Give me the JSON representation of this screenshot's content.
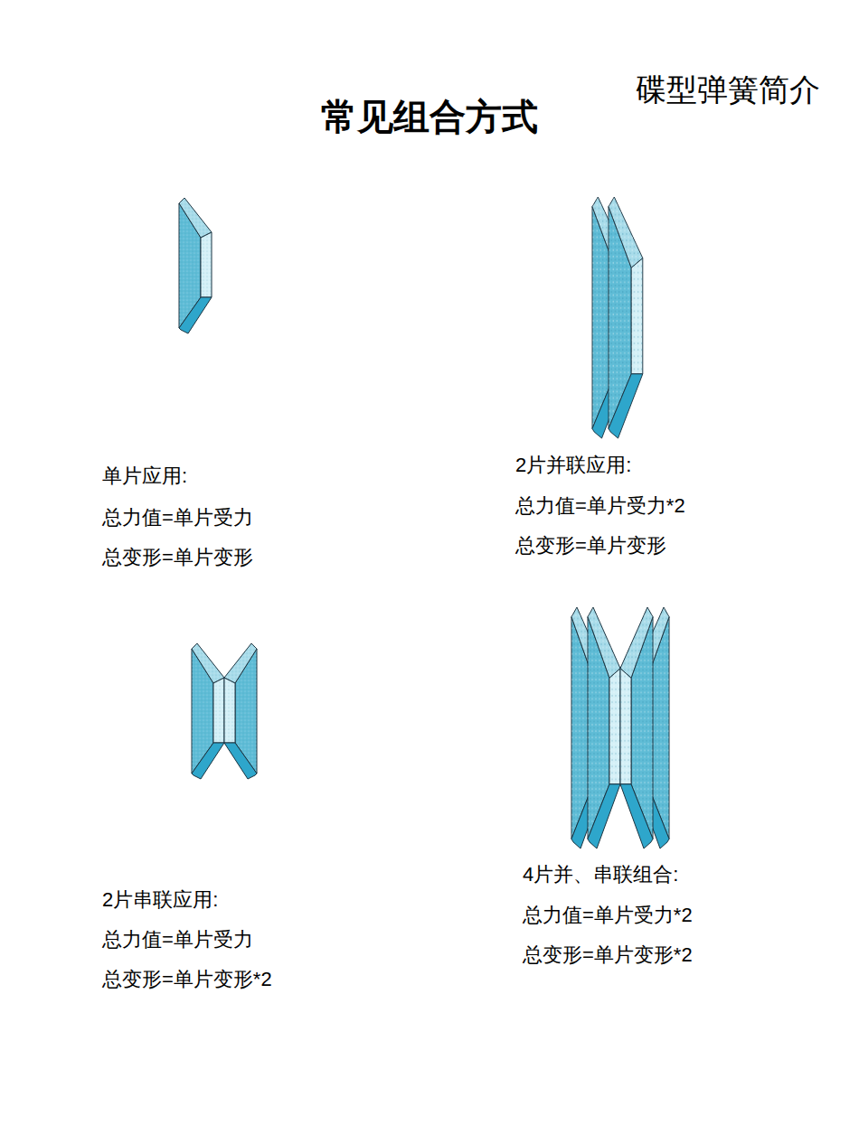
{
  "diagram": {
    "title": "常见组合方式",
    "labels": [
      "碟型弹簧简介",
      "单片应用:",
      "总力值=单片受力",
      "总变形=单片变形",
      "2片并联应用:",
      "总力值=单片受力*2",
      "总变形=单片变形",
      "2片串联应用:",
      "总力值=单片受力",
      "总变形=单片变形*2",
      "4片并、串联组合:",
      "总力值=单片受力*2",
      "总变形=单片变形*2"
    ]
  }
}
